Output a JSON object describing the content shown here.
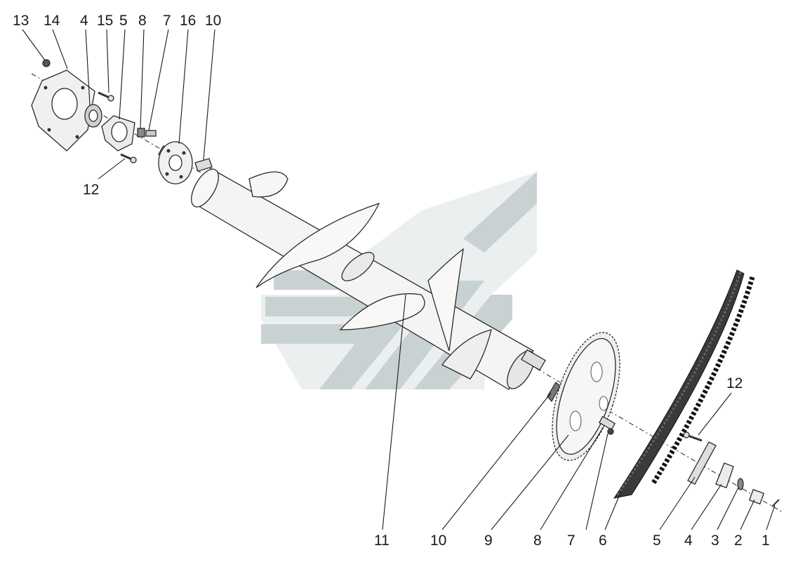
{
  "diagram": {
    "watermark_color": "#9fb0b0",
    "part_fill": "#f3f3f1",
    "shade_fill": "#d9d9d6",
    "dark_fill": "#3a3a3a",
    "labels_top": [
      "13",
      "14",
      "4",
      "15",
      "5",
      "8",
      "7",
      "16",
      "10"
    ],
    "label_12_left": "12",
    "labels_bottom": [
      "11",
      "10",
      "9",
      "8",
      "7",
      "6",
      "5",
      "4",
      "3",
      "2",
      "1"
    ],
    "label_12_right": "12"
  }
}
